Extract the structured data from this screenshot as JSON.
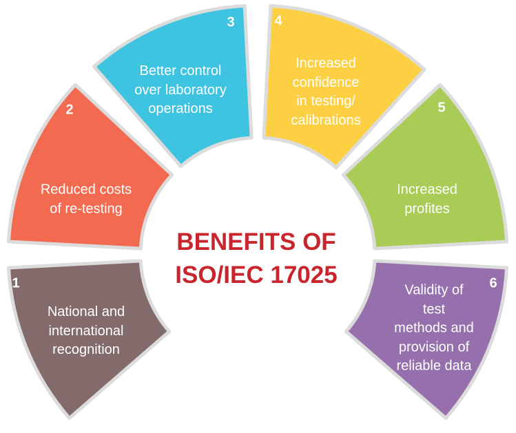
{
  "title": {
    "line1": "BENEFITS OF",
    "line2": "ISO/IEC 17025"
  },
  "colors": {
    "title": "#c9252c",
    "stroke": "#dcdcdc"
  },
  "segments": [
    {
      "number": "1",
      "text": "National and\ninternational\nrecognition",
      "color": "#836b6b"
    },
    {
      "number": "2",
      "text": "Reduced costs\nof re-testing",
      "color": "#f26b50"
    },
    {
      "number": "3",
      "text": "Better control\nover laboratory\noperations",
      "color": "#3ec3e0"
    },
    {
      "number": "4",
      "text": "Increased\nconfidence\nin testing/\ncalibrations",
      "color": "#fdd043"
    },
    {
      "number": "5",
      "text": "Increased\nprofites",
      "color": "#a8cc55"
    },
    {
      "number": "6",
      "text": "Validity of test\nmethods and\nprovision of\nreliable data",
      "color": "#9670ad"
    }
  ]
}
